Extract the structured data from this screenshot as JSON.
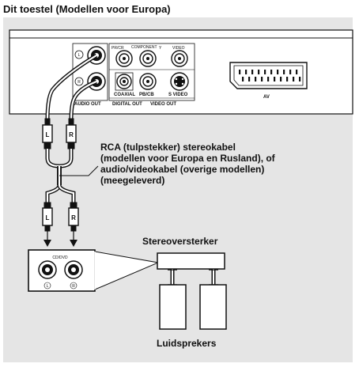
{
  "title": "Dit toestel (Modellen voor Europa)",
  "panel": {
    "audio_out": "AUDIO OUT",
    "jack_l": "L",
    "jack_r": "R",
    "pr_cr": "PR/CR",
    "pb_cb": "PB/CB",
    "y": "Y",
    "component": "COMPONENT",
    "video": "VIDEO",
    "s_video": "S VIDEO",
    "coaxial": "COAXIAL",
    "digital_out": "DIGITAL OUT",
    "video_out": "VIDEO OUT",
    "av": "AV"
  },
  "plugs": {
    "l": "L",
    "r": "R"
  },
  "cable_label": [
    "RCA (tulpstekker) stereokabel",
    "(modellen voor Europa en Rusland), of",
    "audio/videokabel (overige modellen)",
    "(meegeleverd)"
  ],
  "amp_panel": {
    "cd_dvd": "CD/DVD",
    "jack_l": "L",
    "jack_r": "R"
  },
  "amplifier_label": "Stereoversterker",
  "speakers_label": "Luidsprekers",
  "colors": {
    "background": "#e5e5e5",
    "line": "#111111",
    "panel": "#ffffff"
  }
}
